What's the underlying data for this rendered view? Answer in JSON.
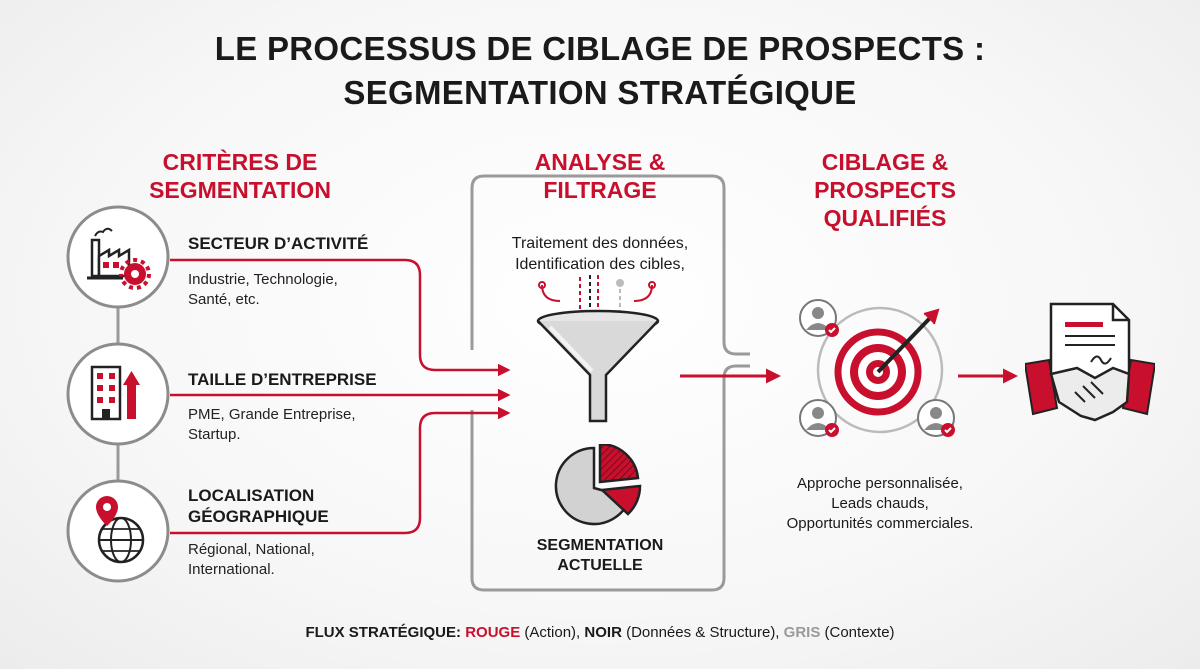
{
  "title": {
    "line1": "LE PROCESSUS DE CIBLAGE DE PROSPECTS :",
    "line2": "SEGMENTATION STRATÉGIQUE"
  },
  "columns": {
    "criteria": {
      "line1": "CRITÈRES DE",
      "line2": "SEGMENTATION"
    },
    "analysis": {
      "line1": "ANALYSE &",
      "line2": "FILTRAGE"
    },
    "targeting": {
      "line1": "CIBLAGE &",
      "line2": "PROSPECTS",
      "line3": "QUALIFIÉS"
    }
  },
  "criteria": [
    {
      "icon": "factory-gear-icon",
      "title": "SECTEUR D’ACTIVITÉ",
      "desc1": "Industrie, Technologie,",
      "desc2": "Santé, etc."
    },
    {
      "icon": "building-growth-icon",
      "title": "TAILLE D’ENTREPRISE",
      "desc1": "PME, Grande Entreprise,",
      "desc2": "Startup."
    },
    {
      "icon": "globe-pin-icon",
      "title1": "LOCALISATION",
      "title2": "GÉOGRAPHIQUE",
      "desc1": "Régional, National,",
      "desc2": "International."
    }
  ],
  "analysis": {
    "text1": "Traitement des données,",
    "text2": "Identification des cibles,",
    "funnel_icon": "funnel-icon",
    "pie_icon": "pie-chart-icon",
    "segment_line1": "SEGMENTATION",
    "segment_line2": "ACTUELLE"
  },
  "targeting": {
    "icon": "target-arrow-icon",
    "text1": "Approche personnalisée,",
    "text2": "Leads chauds,",
    "text3": "Opportunités commerciales."
  },
  "outcome": {
    "icon": "handshake-contract-icon"
  },
  "legend": {
    "prefix": "FLUX STRATÉGIQUE:",
    "red": "ROUGE",
    "red_desc": "(Action),",
    "black": "NOIR",
    "black_desc": "(Données & Structure),",
    "gray": "GRIS",
    "gray_desc": "(Contexte)"
  },
  "colors": {
    "accent": "#c8102e",
    "dark": "#1a1a1a",
    "gray": "#9a9a9a"
  }
}
